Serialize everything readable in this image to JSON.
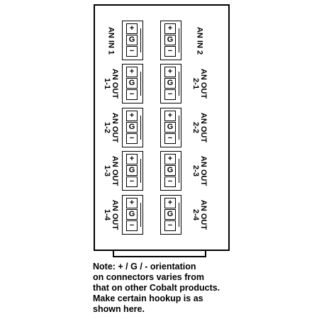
{
  "pins": {
    "plus": "+",
    "ground": "G",
    "minus": "−"
  },
  "labels": {
    "an_in_1": "AN IN 1",
    "an_in_2": "AN IN 2",
    "out_1_1": [
      "AN OUT",
      "1-1"
    ],
    "out_1_2": [
      "AN OUT",
      "1-2"
    ],
    "out_1_3": [
      "AN OUT",
      "1-3"
    ],
    "out_1_4": [
      "AN OUT",
      "1-4"
    ],
    "out_2_1": [
      "AN OUT",
      "2-1"
    ],
    "out_2_2": [
      "AN OUT",
      "2-2"
    ],
    "out_2_3": [
      "AN OUT",
      "2-3"
    ],
    "out_2_4": [
      "AN OUT",
      "2-4"
    ]
  },
  "note": {
    "lines": [
      "Note: + / G / - orientation",
      "on connectors varies from",
      "that on other Cobalt products.",
      "Make certain hookup is as",
      "shown here."
    ]
  }
}
